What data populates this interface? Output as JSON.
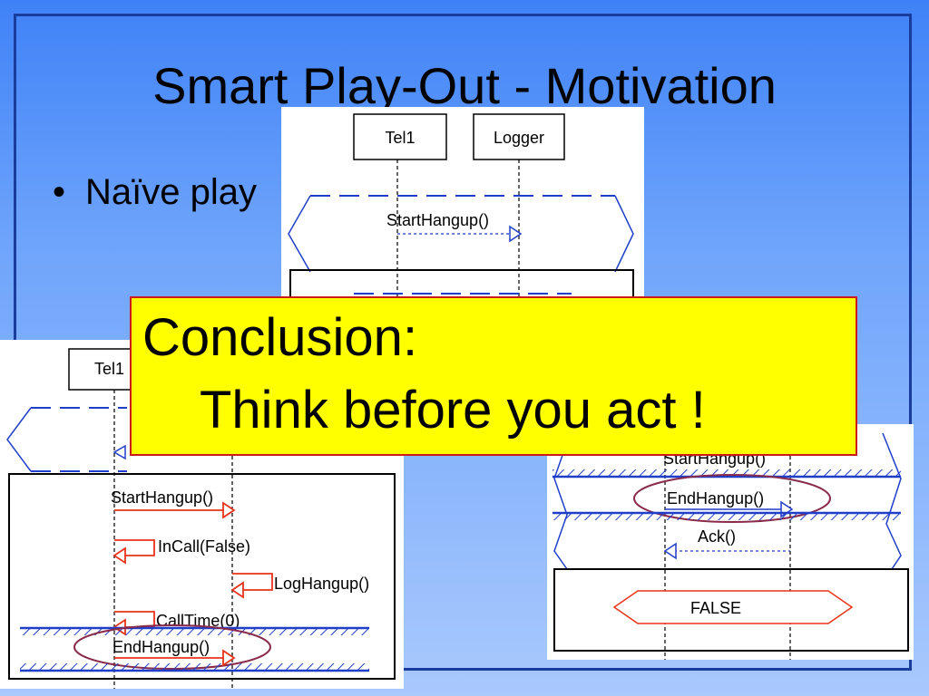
{
  "slide": {
    "title": "Smart Play-Out - Motivation",
    "bullet": "Naïve play"
  },
  "top_diagram": {
    "lifelines": [
      "Tel1",
      "Logger"
    ],
    "messages": [
      "StartHangup()"
    ]
  },
  "left_diagram": {
    "lifelines": [
      "Tel1"
    ],
    "messages": [
      "StartHangup()",
      "InCall(False)",
      "LogHangup()",
      "CallTime(0)",
      "EndHangup()"
    ]
  },
  "right_diagram": {
    "messages": [
      "StartHangup()",
      "EndHangup()",
      "Ack()"
    ],
    "condition": "FALSE"
  },
  "callout": {
    "line1": "Conclusion:",
    "line2": "Think before you act !"
  },
  "colors": {
    "frame": "#1a3c9c",
    "callout_bg": "#ffff00",
    "callout_border": "#cc1a1a",
    "dashed": "#1f3fc9",
    "hot_message": "#e8331a",
    "highlight_ellipse": "#8a2a4a"
  }
}
